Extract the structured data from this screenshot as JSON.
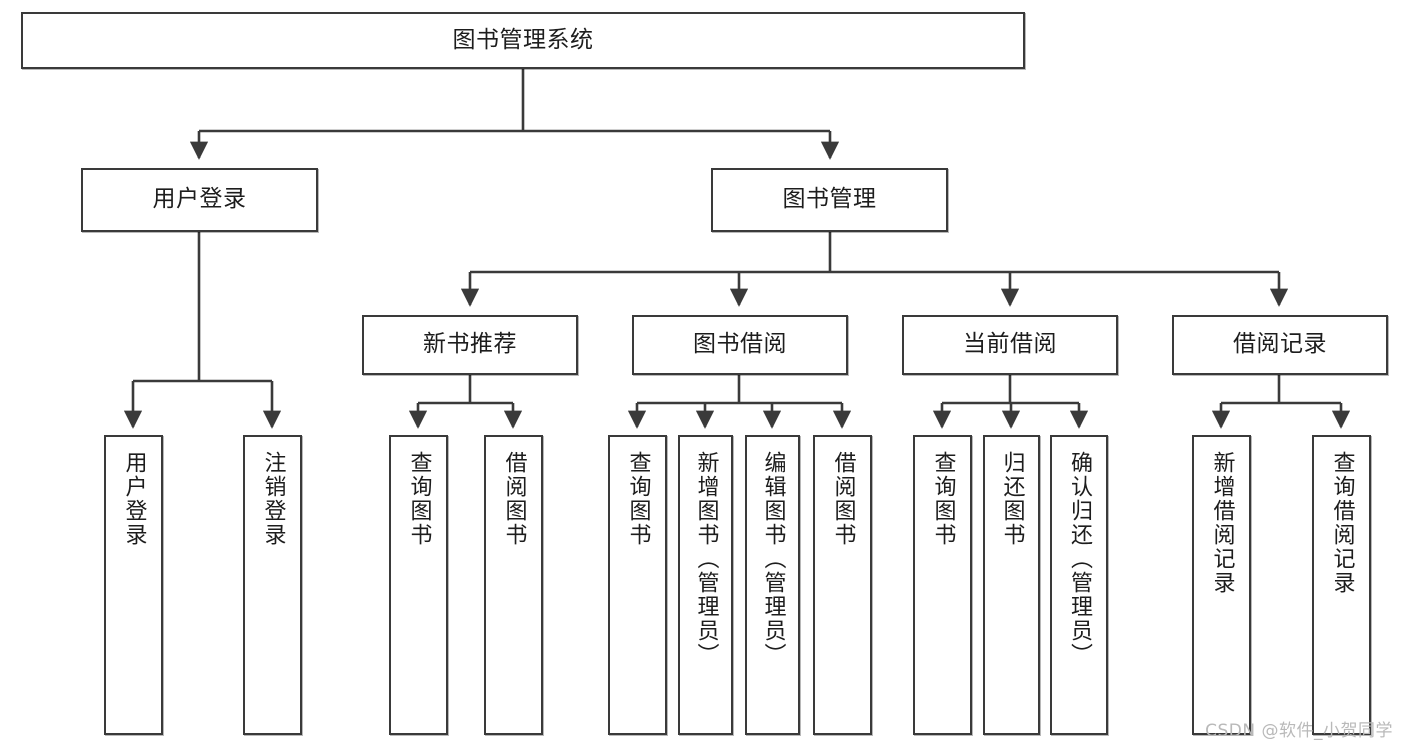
{
  "diagram": {
    "title": "图书管理系统",
    "type": "tree-hierarchy-chart",
    "root": {
      "label": "图书管理系统"
    },
    "level2": [
      {
        "label": "用户登录"
      },
      {
        "label": "图书管理"
      }
    ],
    "level3": [
      {
        "label": "新书推荐"
      },
      {
        "label": "图书借阅"
      },
      {
        "label": "当前借阅"
      },
      {
        "label": "借阅记录"
      }
    ],
    "leaves": [
      {
        "label": "用户登录",
        "parent": "用户登录"
      },
      {
        "label": "注销登录",
        "parent": "用户登录"
      },
      {
        "label": "查询图书",
        "parent": "新书推荐"
      },
      {
        "label": "借阅图书",
        "parent": "新书推荐"
      },
      {
        "label": "查询图书",
        "parent": "图书借阅"
      },
      {
        "label": "新增图书（管理员）",
        "parent": "图书借阅"
      },
      {
        "label": "编辑图书（管理员）",
        "parent": "图书借阅"
      },
      {
        "label": "借阅图书",
        "parent": "图书借阅"
      },
      {
        "label": "查询图书",
        "parent": "当前借阅"
      },
      {
        "label": "归还图书",
        "parent": "当前借阅"
      },
      {
        "label": "确认归还（管理员）",
        "parent": "当前借阅"
      },
      {
        "label": "新增借阅记录",
        "parent": "借阅记录"
      },
      {
        "label": "查询借阅记录",
        "parent": "借阅记录"
      }
    ],
    "watermark": "CSDN @软件_小贺同学",
    "colors": {
      "border": "#3a3a3a",
      "text": "#1d1d1d",
      "background": "#ffffff",
      "watermark": "#b9b9b9"
    }
  }
}
